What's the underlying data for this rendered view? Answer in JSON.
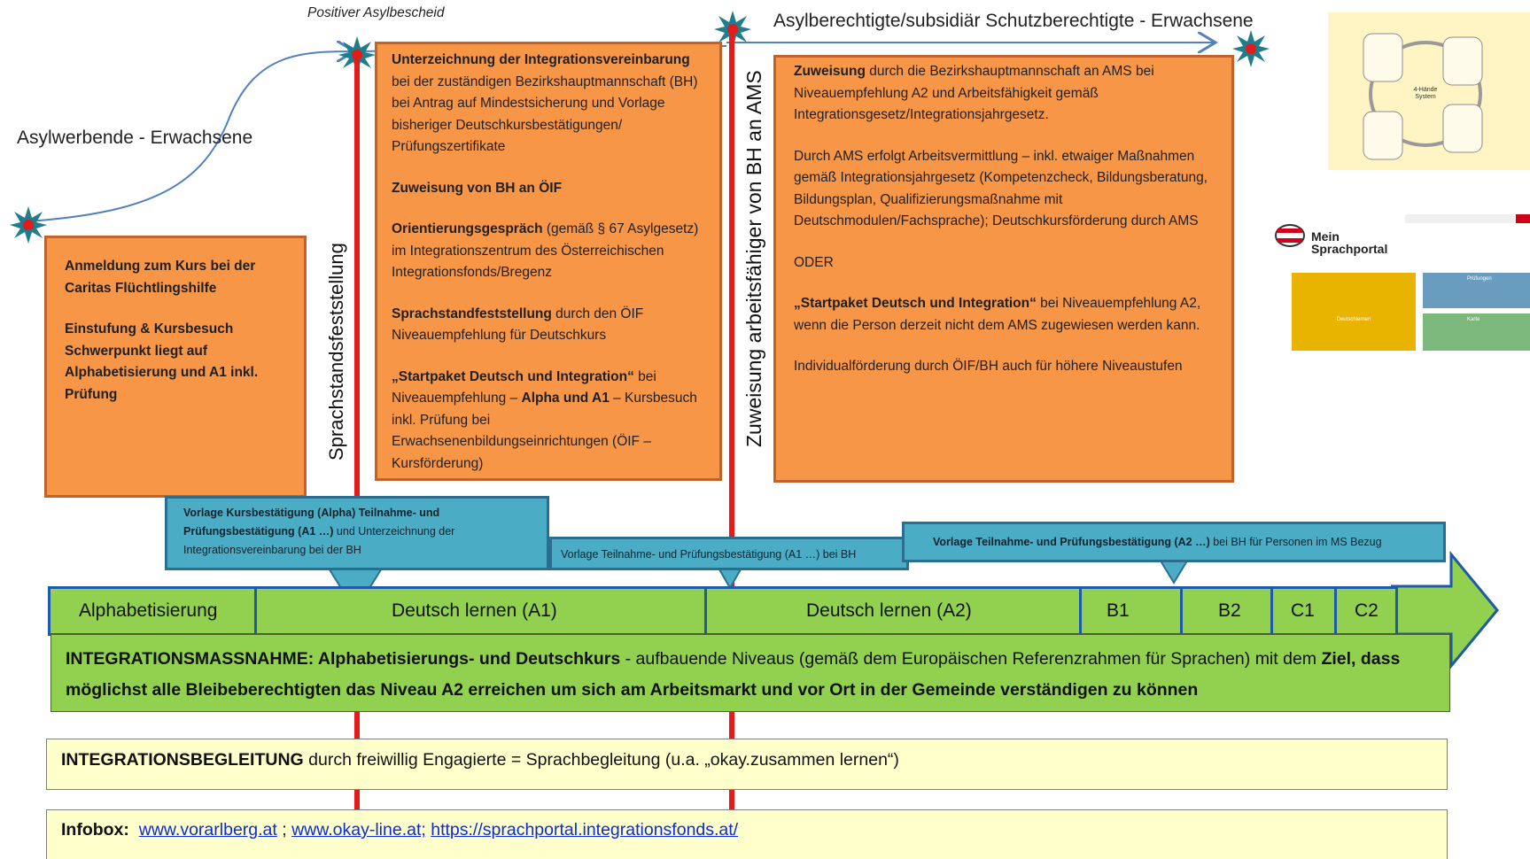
{
  "top": {
    "positive_label": "Positiver Asylbescheid",
    "asylum_seekers_label": "Asylwerbende - Erwachsene",
    "entitled_label": "Asylberechtigte/subsidiär Schutzberechtigte - Erwachsene"
  },
  "vertical": {
    "left": "Sprachstandsfeststellung",
    "right": "Zuweisung arbeitsfähiger von BH an AMS"
  },
  "box1": {
    "p1": "Anmeldung zum Kurs  bei der Caritas Flüchtlingshilfe",
    "p2_bold": "Einstufung & Kursbesuch",
    "p2_text": "Schwerpunkt liegt auf Alphabetisierung und A1 inkl. Prüfung"
  },
  "box2": {
    "p1": "Unterzeichnung der Integrationsvereinbarung",
    "p1_text": "bei der zuständigen Bezirkshauptmannschaft (BH) bei Antrag auf Mindestsicherung und Vorlage bisheriger Deutschkursbestätigungen/ Prüfungszertifikate",
    "p2": "Zuweisung von BH an ÖIF",
    "p3_bold": "Orientierungsgespräch",
    "p3_text": " (gemäß § 67 Asylgesetz) im Integrationszentrum des Österreichischen Integrationsfonds/Bregenz",
    "p4_bold": "Sprachstandfeststellung",
    "p4_text": " durch den ÖIF Niveauempfehlung für Deutschkurs",
    "p5_bold": "„Startpaket Deutsch und Integration“",
    "p5_text": " bei Niveauempfehlung – ",
    "p5_bold2": "Alpha und A1",
    "p5_text2": " – Kursbesuch inkl. Prüfung bei Erwachsenenbildungseinrichtungen (ÖIF – Kursförderung)"
  },
  "box3": {
    "p1_bold": "Zuweisung",
    "p1_text": " durch die Bezirkshauptmannschaft an AMS  bei Niveauempfehlung A2 und Arbeitsfähigkeit gemäß Integrationsgesetz/Integrationsjahrgesetz.",
    "p2": "Durch AMS erfolgt Arbeitsvermittlung – inkl. etwaiger Maßnahmen gemäß Integrationsjahrgesetz (Kompetenzcheck, Bildungsberatung, Bildungsplan, Qualifizierungsmaßnahme mit Deutschmodulen/Fachsprache); Deutschkursförderung durch AMS",
    "p3": "ODER",
    "p4_bold": "„Startpaket Deutsch und Integration“",
    "p4_text": " bei Niveauempfehlung A2, wenn die Person  derzeit nicht dem AMS zugewiesen werden kann.",
    "p5": "Individualförderung durch ÖIF/BH auch für höhere Niveaustufen"
  },
  "callouts": {
    "c1_bold": "Vorlage Kursbestätigung (Alpha) Teilnahme- und Prüfungsbestätigung (A1 …)",
    "c1_text": " und Unterzeichnung der Integrationsvereinbarung bei der BH",
    "c2": "Vorlage Teilnahme- und Prüfungsbestätigung (A1 …) bei BH",
    "c3_bold": "Vorlage Teilnahme- und Prüfungsbestätigung (A2 …)",
    "c3_text": " bei BH für Personen im MS Bezug"
  },
  "levels": [
    "Alphabetisierung",
    "Deutsch lernen (A1)",
    "Deutsch lernen (A2)",
    "B1",
    "B2",
    "C1",
    "C2"
  ],
  "measure": {
    "bold1": "INTEGRATIONSMASSNAHME: Alphabetisierungs- und Deutschkurs",
    "text1": " - aufbauende Niveaus (gemäß dem Europäischen Referenzrahmen für Sprachen) mit dem ",
    "bold2": "Ziel, dass möglichst alle Bleibeberechtigten das Niveau A2 erreichen um sich am Arbeitsmarkt und vor Ort in der Gemeinde verständigen zu können"
  },
  "support": {
    "bold": "INTEGRATIONSBEGLEITUNG",
    "text": " durch freiwillig Engagierte = Sprachbegleitung (u.a. „okay.zusammen lernen“)"
  },
  "infobox": {
    "label": "Infobox:",
    "link1": "www.vorarlberg.at",
    "sep1": " ; ",
    "link2": "www.okay-line.at;",
    "sep2": " ",
    "link3": "https://sprachportal.integrationsfonds.at/"
  },
  "thumb1": {
    "center": "4-Hände System"
  },
  "thumb2": {
    "title": "Mein Sprachportal",
    "card1": "Deutschlernen",
    "card2": "Prüfungen",
    "card3": "Karte"
  },
  "colors": {
    "orange": "#f79646",
    "green": "#92d050",
    "blue": "#4bacc6",
    "red": "#e31b1b",
    "yellow": "#ffffcc"
  }
}
